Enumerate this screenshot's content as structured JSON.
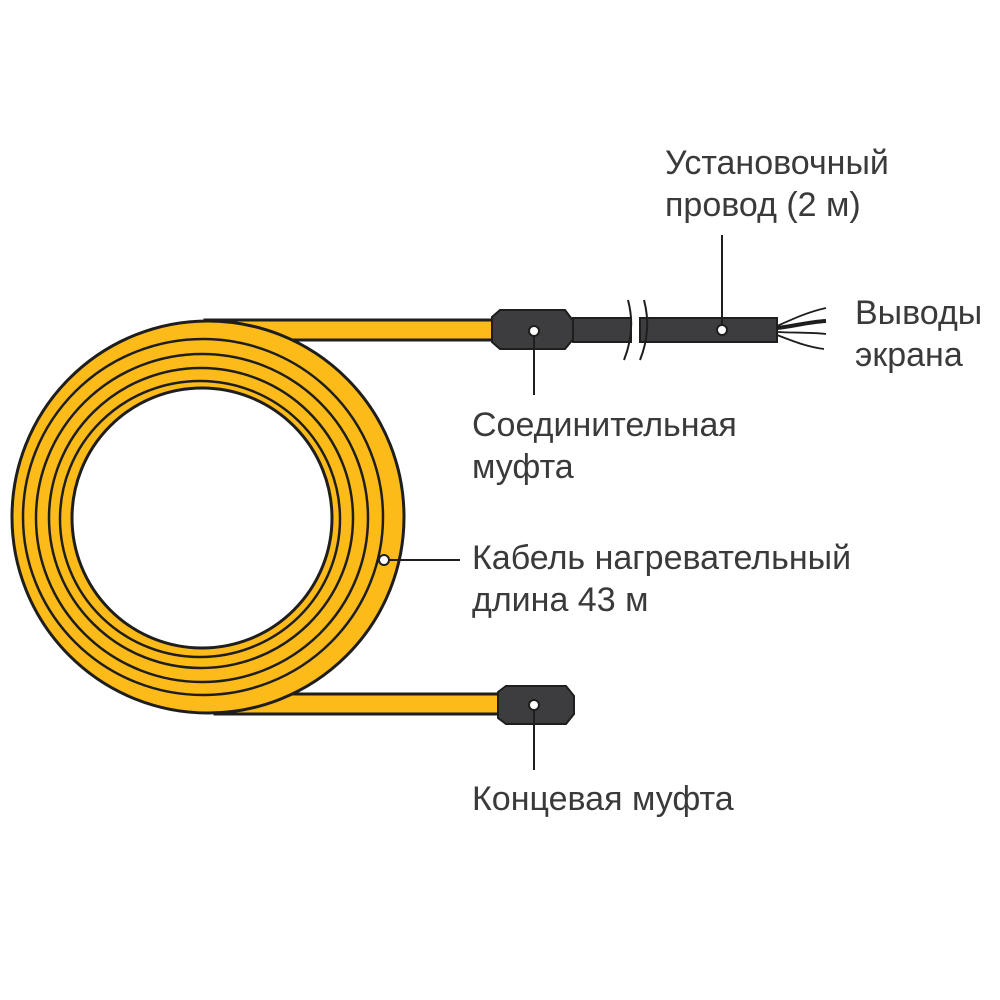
{
  "colors": {
    "cable_fill": "#FDBB1A",
    "outline": "#1e1e1e",
    "coupling": "#3d3d3f",
    "text": "#3a3a3a"
  },
  "labels": {
    "installation_wire": {
      "line1": "Установочный",
      "line2": "провод (2 м)"
    },
    "shield_leads": {
      "line1": "Выводы",
      "line2": "экрана"
    },
    "connector_coupling": {
      "line1": "Соединительная",
      "line2": "муфта"
    },
    "heating_cable": {
      "line1": "Кабель нагревательный",
      "line2": "длина 43 м"
    },
    "end_coupling": {
      "line1": "Концевая муфта"
    }
  }
}
